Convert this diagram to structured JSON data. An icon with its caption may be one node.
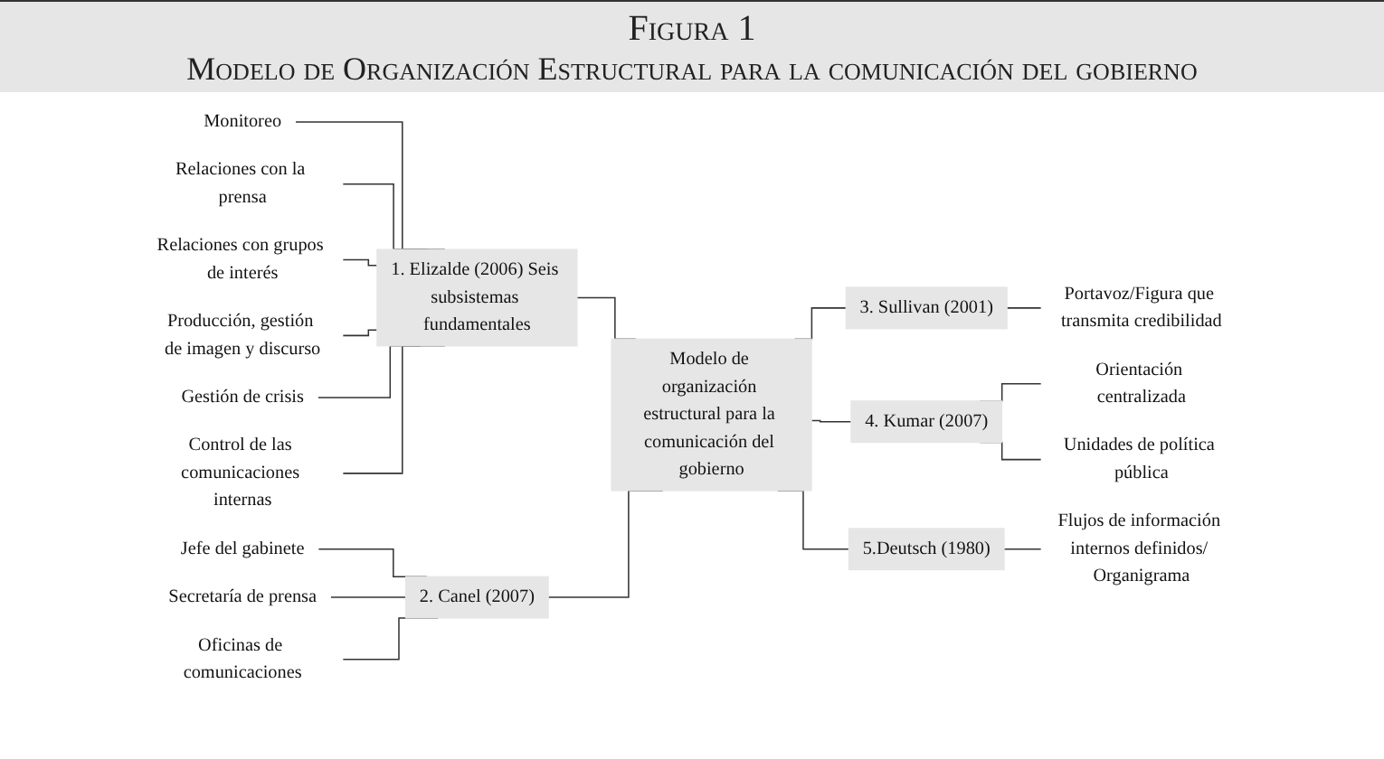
{
  "diagram": {
    "title": "Figura 1",
    "labels": [
      "Modelo de Organización Estructural para la comunicación del gobierno"
    ],
    "nodes": [
      {
        "text": [
          "Modelo de organización estructural para la comunicación del gobierno"
        ]
      },
      {
        "text": [
          "1. Elizalde (2006) Seis subsistemas fundamentales"
        ]
      },
      {
        "text": [
          "Monitoreo"
        ]
      },
      {
        "text": [
          "Relaciones con la prensa"
        ]
      },
      {
        "text": [
          "Relaciones con grupos de interés"
        ]
      },
      {
        "text": [
          "Producción, gestión de imagen y discurso"
        ]
      },
      {
        "text": [
          "Gestión de crisis"
        ]
      },
      {
        "text": [
          "Control de las comunicaciones internas"
        ]
      },
      {
        "text": [
          "2. Canel (2007)"
        ]
      },
      {
        "text": [
          "Jefe del gabinete"
        ]
      },
      {
        "text": [
          "Secretaría de prensa"
        ]
      },
      {
        "text": [
          "Oficinas de comunicaciones"
        ]
      },
      {
        "text": [
          "3. Sullivan (2001)"
        ]
      },
      {
        "text": [
          "Portavoz/Figura que transmita credibilidad"
        ]
      },
      {
        "text": [
          "4. Kumar (2007)"
        ]
      },
      {
        "text": [
          "Orientación centralizada"
        ]
      },
      {
        "text": [
          "Unidades de política pública"
        ]
      },
      {
        "text": [
          "5.Deutsch (1980)"
        ]
      },
      {
        "text": [
          "Flujos de información internos definidos/ Organigrama"
        ]
      }
    ],
    "edges": [
      {
        "from": 1,
        "to": 0,
        "arrow": "none"
      },
      {
        "from": 8,
        "to": 0,
        "arrow": "none"
      },
      {
        "from": 0,
        "to": 12,
        "arrow": "none"
      },
      {
        "from": 0,
        "to": 14,
        "arrow": "none"
      },
      {
        "from": 0,
        "to": 17,
        "arrow": "none"
      },
      {
        "from": 2,
        "to": 1,
        "arrow": "none"
      },
      {
        "from": 3,
        "to": 1,
        "arrow": "none"
      },
      {
        "from": 4,
        "to": 1,
        "arrow": "none"
      },
      {
        "from": 5,
        "to": 1,
        "arrow": "none"
      },
      {
        "from": 6,
        "to": 1,
        "arrow": "none"
      },
      {
        "from": 7,
        "to": 1,
        "arrow": "none"
      },
      {
        "from": 9,
        "to": 8,
        "arrow": "none"
      },
      {
        "from": 10,
        "to": 8,
        "arrow": "none"
      },
      {
        "from": 11,
        "to": 8,
        "arrow": "none"
      },
      {
        "from": 12,
        "to": 13,
        "arrow": "none"
      },
      {
        "from": 14,
        "to": 15,
        "arrow": "none"
      },
      {
        "from": 14,
        "to": 16,
        "arrow": "none"
      },
      {
        "from": 17,
        "to": 18,
        "arrow": "none"
      }
    ]
  }
}
